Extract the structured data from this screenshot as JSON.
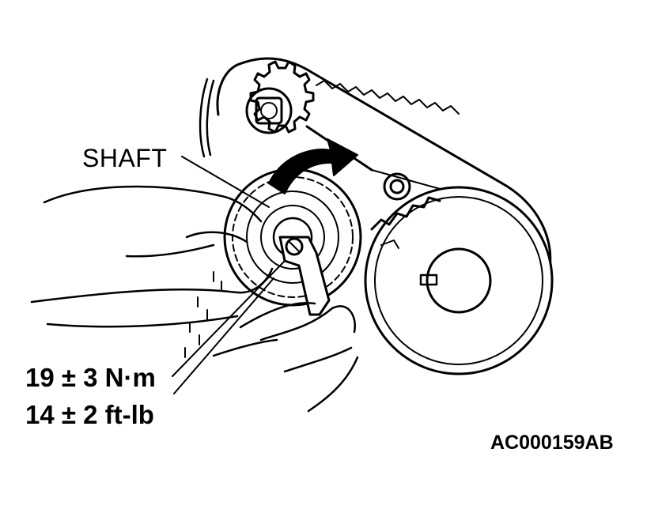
{
  "labels": {
    "shaft": "SHAFT",
    "torque_metric": "19 ± 3 N·m",
    "torque_imperial": "14 ± 2 ft-lb",
    "figure_code": "AC000159",
    "figure_suffix": "AB"
  },
  "colors": {
    "ink": "#000000",
    "paper": "#ffffff"
  }
}
